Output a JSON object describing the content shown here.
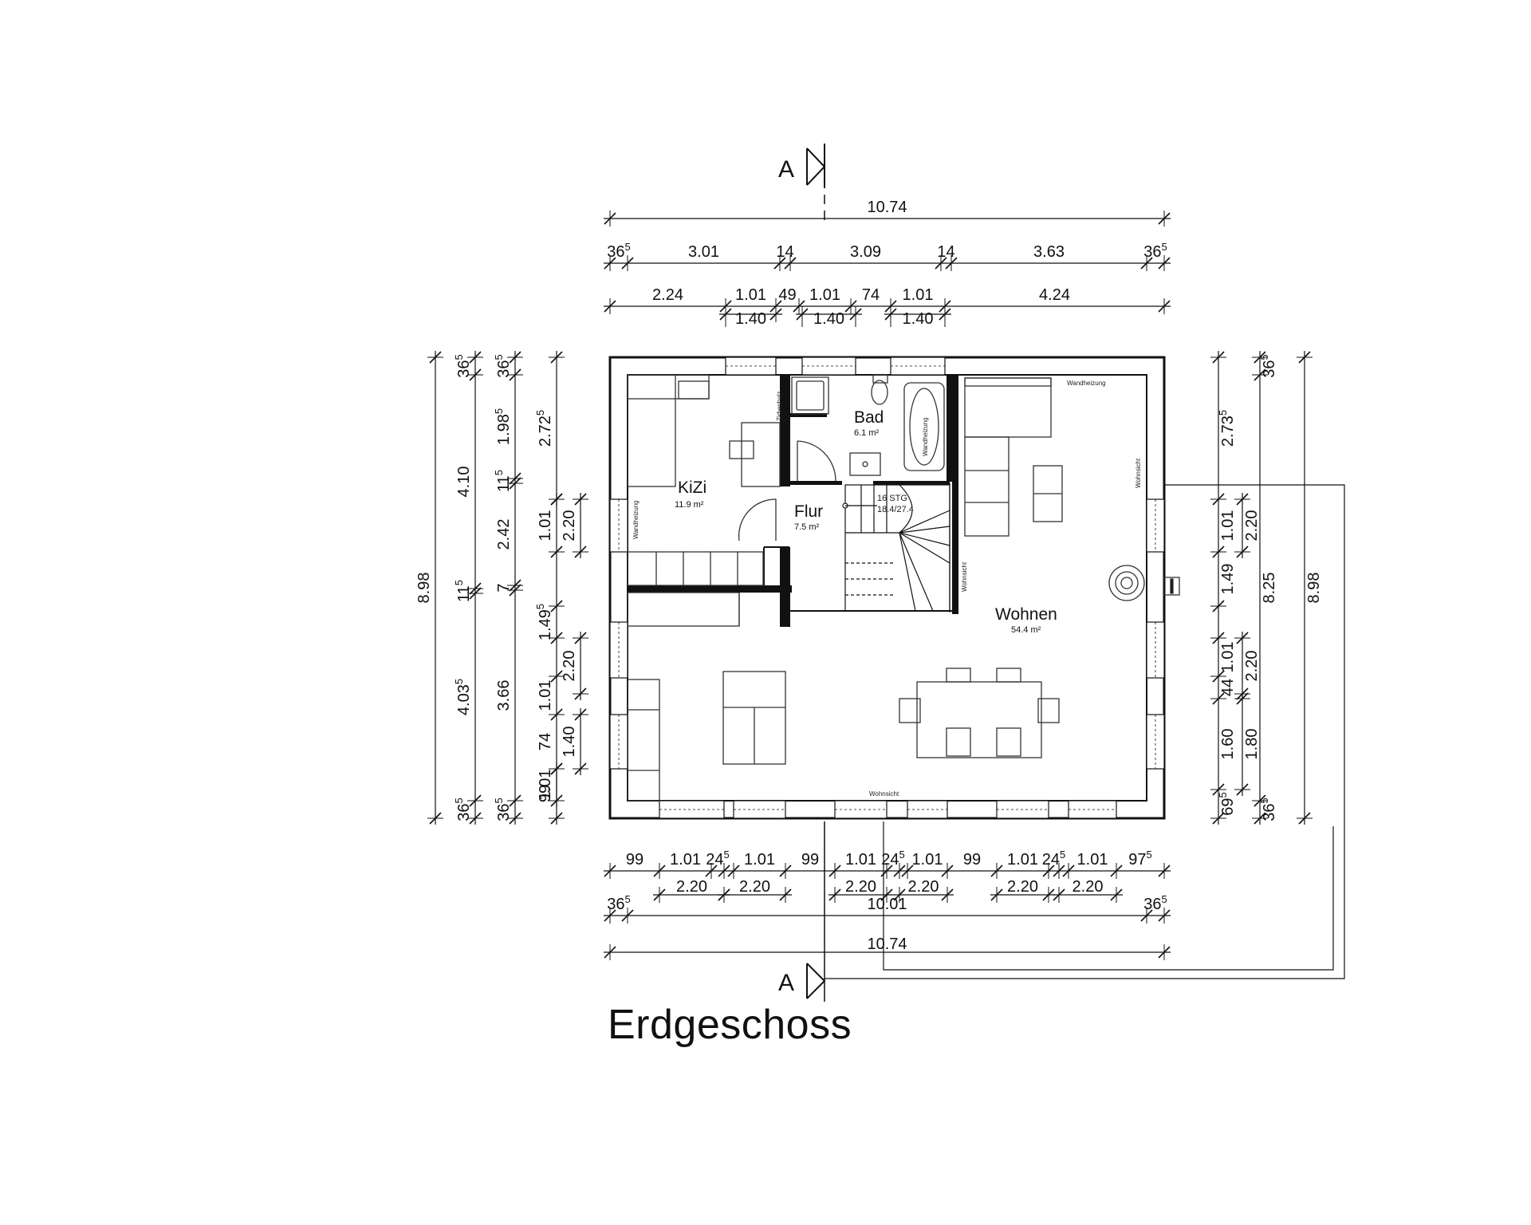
{
  "title": "Erdgeschoss",
  "section_marker": "A",
  "rooms": {
    "kizi": {
      "name": "KiZi",
      "area": "11.9 m²"
    },
    "bad": {
      "name": "Bad",
      "area": "6.1 m²"
    },
    "flur": {
      "name": "Flur",
      "area": "7.5 m²"
    },
    "wohnen": {
      "name": "Wohnen",
      "area": "54.4 m²"
    }
  },
  "stair": {
    "line1": "16 STG",
    "line2": "18.4/27.4"
  },
  "notes": {
    "wandheizung_top": "Wandheizung",
    "wandheizung_kizi": "Wandheizung",
    "wandheizung_bath": "Wandheizung",
    "zirbenholz": "Zirbenholz",
    "wohnsicht_right": "Wohnsicht",
    "wohnsicht_bottom": "Wohnsicht",
    "wohnsicht_mid": "Wohnsicht"
  },
  "dims": {
    "top_total": "10.74",
    "top_row1": [
      {
        "t": "36",
        "s": "5"
      },
      {
        "t": "3.01",
        "s": ""
      },
      {
        "t": "14",
        "s": ""
      },
      {
        "t": "3.09",
        "s": ""
      },
      {
        "t": "14",
        "s": ""
      },
      {
        "t": "3.63",
        "s": ""
      },
      {
        "t": "36",
        "s": "5"
      }
    ],
    "top_row2a": [
      {
        "t": "2.24"
      },
      {
        "t": "1.01"
      },
      {
        "t": "49"
      },
      {
        "t": "1.01"
      },
      {
        "t": "74"
      },
      {
        "t": "1.01"
      },
      {
        "t": "4.24"
      }
    ],
    "top_row2b": [
      {
        "t": "1.40"
      },
      {
        "t": "1.40"
      },
      {
        "t": "1.40"
      }
    ],
    "bottom_row1a": [
      {
        "t": "99",
        "s": ""
      },
      {
        "t": "1.01",
        "s": ""
      },
      {
        "t": "24",
        "s": "5"
      },
      {
        "t": "1.01",
        "s": ""
      },
      {
        "t": "99",
        "s": ""
      },
      {
        "t": "1.01",
        "s": ""
      },
      {
        "t": "24",
        "s": "5"
      },
      {
        "t": "1.01",
        "s": ""
      },
      {
        "t": "99",
        "s": ""
      },
      {
        "t": "1.01",
        "s": ""
      },
      {
        "t": "24",
        "s": "5"
      },
      {
        "t": "1.01",
        "s": ""
      },
      {
        "t": "97",
        "s": "5"
      }
    ],
    "bottom_row1b": [
      {
        "t": "2.20"
      },
      {
        "t": "2.20"
      },
      {
        "t": "2.20"
      },
      {
        "t": "2.20"
      },
      {
        "t": "2.20"
      },
      {
        "t": "2.20"
      }
    ],
    "bottom_row2": [
      {
        "t": "36",
        "s": "5"
      },
      {
        "t": "10.01",
        "s": ""
      },
      {
        "t": "36",
        "s": "5"
      }
    ],
    "bottom_total": "10.74",
    "left_outer": "8.98",
    "left_col2": [
      {
        "t": "36",
        "s": "5"
      },
      {
        "t": "4.10",
        "s": ""
      },
      {
        "t": "11",
        "s": "5"
      },
      {
        "t": "4.03",
        "s": "5"
      },
      {
        "t": "36",
        "s": "5"
      }
    ],
    "left_col3": [
      {
        "t": "36",
        "s": "5"
      },
      {
        "t": "1.98",
        "s": "5"
      },
      {
        "t": "11",
        "s": "5"
      },
      {
        "t": "2.42",
        "s": ""
      },
      {
        "t": "7",
        "s": ""
      },
      {
        "t": "3.66",
        "s": ""
      },
      {
        "t": "36",
        "s": "5"
      }
    ],
    "left_col4": [
      {
        "t": "1.01",
        "s": ""
      },
      {
        "t": "1.49",
        "s": "5"
      },
      {
        "t": "1.01",
        "s": ""
      },
      {
        "t": "74",
        "s": ""
      },
      {
        "t": "1.01",
        "s": ""
      },
      {
        "t": "99",
        "s": ""
      }
    ],
    "left_col5": [
      {
        "t": "2.72",
        "s": "5"
      },
      {
        "t": "2.20",
        "s": ""
      },
      {
        "t": "2.20",
        "s": ""
      },
      {
        "t": "1.40",
        "s": ""
      }
    ],
    "right_col1": [
      {
        "t": "2.73",
        "s": "5"
      },
      {
        "t": "1.01",
        "s": ""
      },
      {
        "t": "1.49",
        "s": ""
      },
      {
        "t": "1.01",
        "s": ""
      },
      {
        "t": "44",
        "s": ""
      },
      {
        "t": "1.60",
        "s": ""
      },
      {
        "t": "69",
        "s": "5"
      }
    ],
    "right_col2": [
      {
        "t": "2.20",
        "s": ""
      },
      {
        "t": "2.20",
        "s": ""
      },
      {
        "t": "1.80",
        "s": ""
      }
    ],
    "right_col3": [
      {
        "t": "36",
        "s": "5"
      },
      {
        "t": "8.25",
        "s": ""
      },
      {
        "t": "36",
        "s": "5"
      }
    ],
    "right_outer": "8.98"
  }
}
